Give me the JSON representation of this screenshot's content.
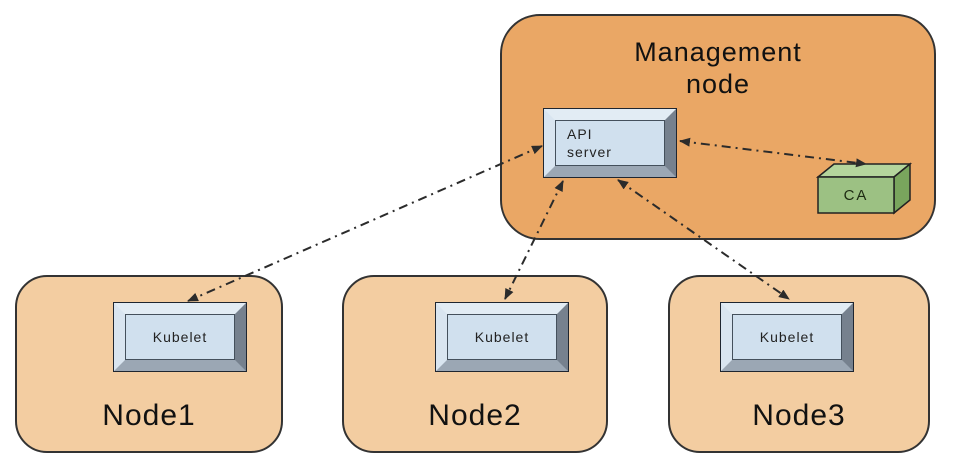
{
  "diagram": {
    "management_node": {
      "label": "Management node"
    },
    "api_server": {
      "label": "API\nserver"
    },
    "ca": {
      "label": "CA"
    },
    "nodes": [
      {
        "label": "Node1",
        "component": "Kubelet"
      },
      {
        "label": "Node2",
        "component": "Kubelet"
      },
      {
        "label": "Node3",
        "component": "Kubelet"
      }
    ],
    "connections": [
      {
        "from": "API server",
        "to": "Kubelet (Node1)",
        "style": "dash-dot",
        "bidirectional": true
      },
      {
        "from": "API server",
        "to": "Kubelet (Node2)",
        "style": "dash-dot",
        "bidirectional": true
      },
      {
        "from": "API server",
        "to": "Kubelet (Node3)",
        "style": "dash-dot",
        "bidirectional": true
      },
      {
        "from": "API server",
        "to": "CA",
        "style": "dash-dot",
        "bidirectional": true
      }
    ],
    "colors": {
      "management_fill": "#EAA765",
      "worker_fill": "#F3CDA1",
      "box_face": "#D0E0EE",
      "ca_green": "#9CC183",
      "arrow": "#2B2B2B",
      "outline": "#333333"
    }
  }
}
